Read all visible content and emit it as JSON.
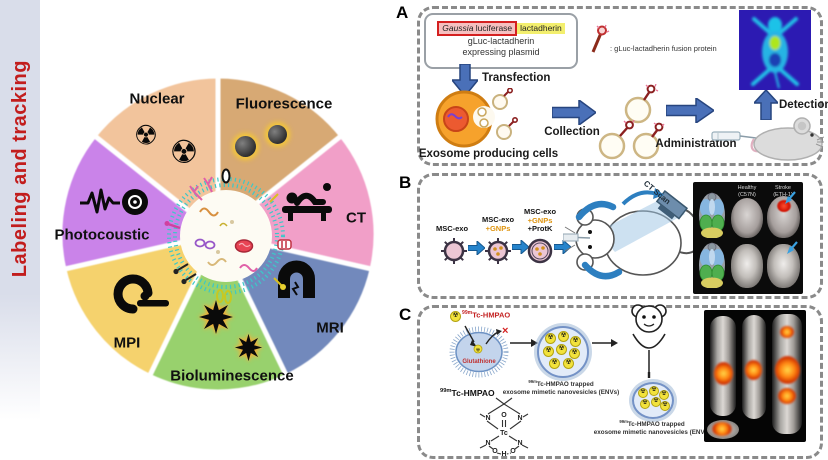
{
  "icons": {
    "radiation": "☢",
    "cross": "×"
  },
  "sidebar": {
    "title": "Labeling and tracking"
  },
  "wheel": {
    "segments": [
      {
        "label": "Nuclear",
        "color": "#f2c49c"
      },
      {
        "label": "Fluorescence",
        "color": "#d7a974"
      },
      {
        "label": "CT",
        "color": "#f19fc8"
      },
      {
        "label": "MRI",
        "color": "#7289bc"
      },
      {
        "label": "Bioluminescence",
        "color": "#98d16d"
      },
      {
        "label": "MPI",
        "color": "#f5d26d"
      },
      {
        "label": "Photocoustic",
        "color": "#ca83e9"
      }
    ]
  },
  "panelA": {
    "letter": "A",
    "plasmid_gene1_italic": "Gaussia",
    "plasmid_gene1_rest": " luciferase",
    "plasmid_gene2": "lactadherin",
    "plasmid_line1": "gLuc-lactadherin",
    "plasmid_line2": "expressing plasmid",
    "legend": ": gLuc-lactadherin fusion protein",
    "transfection": "Transfection",
    "cells": "Exosome producing cells",
    "collection": "Collection",
    "administration": "Administration",
    "detection": "Detection"
  },
  "panelB": {
    "letter": "B",
    "exo1_l1": "MSC-exo",
    "exo2_l1": "MSC-exo",
    "exo2_l2": "+GNPs",
    "exo3_l1": "MSC-exo",
    "exo3_l2": "+GNPs",
    "exo3_l3": "+ProtK",
    "ct_scan": "CT Scan",
    "img_col2_l1": "Healthy",
    "img_col2_l2": "(C57N)",
    "img_col3_l1": "Stroke",
    "img_col3_l2": "(ETH-1)"
  },
  "panelC": {
    "letter": "C",
    "sup": "99m",
    "hmpao": "Tc-HMPAO",
    "glutathione": "Glutathione",
    "trapped": "Tc-HMPAO trapped",
    "env1": "exosome mimetic nanovesicles (ENVs)",
    "env2": "exosome mimetic nanovesicles (ENVs)",
    "chem_atoms": {
      "N": "N",
      "O": "O",
      "H": "H",
      "Tc": "Tc"
    }
  }
}
